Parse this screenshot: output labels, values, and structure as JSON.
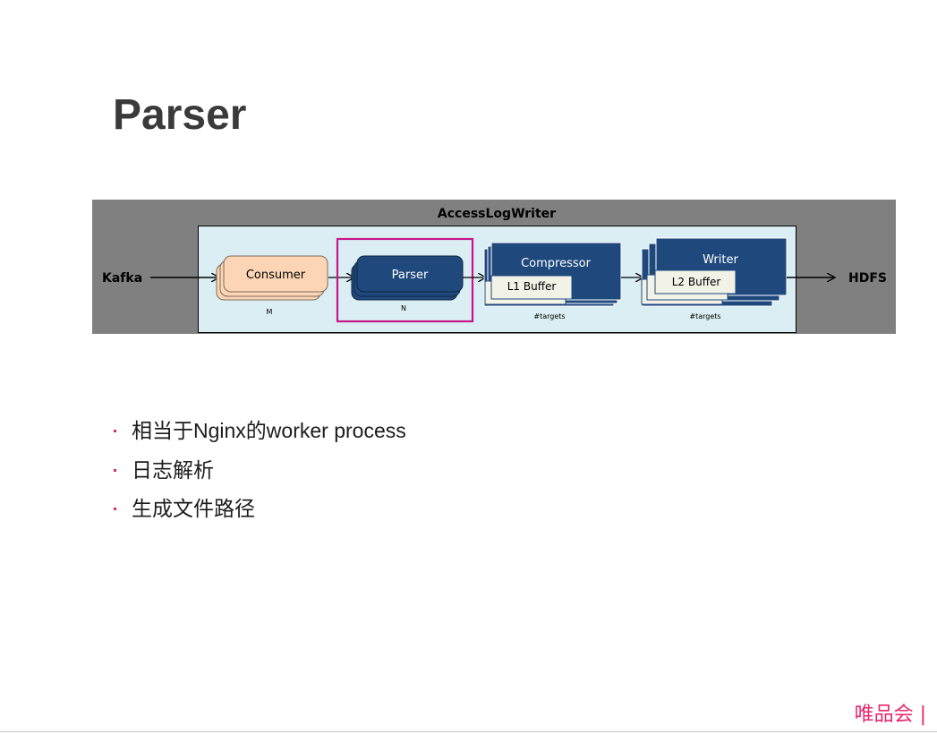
{
  "slide": {
    "title": "Parser",
    "bullets": [
      "相当于Nginx的worker process",
      "日志解析",
      "生成文件路径"
    ],
    "logo": "唯品会 |"
  },
  "diagram": {
    "title": "AccessLogWriter",
    "source": "Kafka",
    "sink": "HDFS",
    "consumer": {
      "label": "Consumer",
      "count": "M"
    },
    "parser": {
      "label": "Parser",
      "count": "N"
    },
    "compressor": {
      "label": "Compressor",
      "buffer": "L1 Buffer",
      "count": "#targets"
    },
    "writer": {
      "label": "Writer",
      "buffer": "L2 Buffer",
      "count": "#targets"
    },
    "colors": {
      "outer_bg": "#808080",
      "inner_bg": "#daeef3",
      "consumer_fill": "#fbd5b5",
      "node_fill": "#1f497d",
      "buffer_fill": "#f2f2e6",
      "highlight": "#c8178c"
    }
  }
}
